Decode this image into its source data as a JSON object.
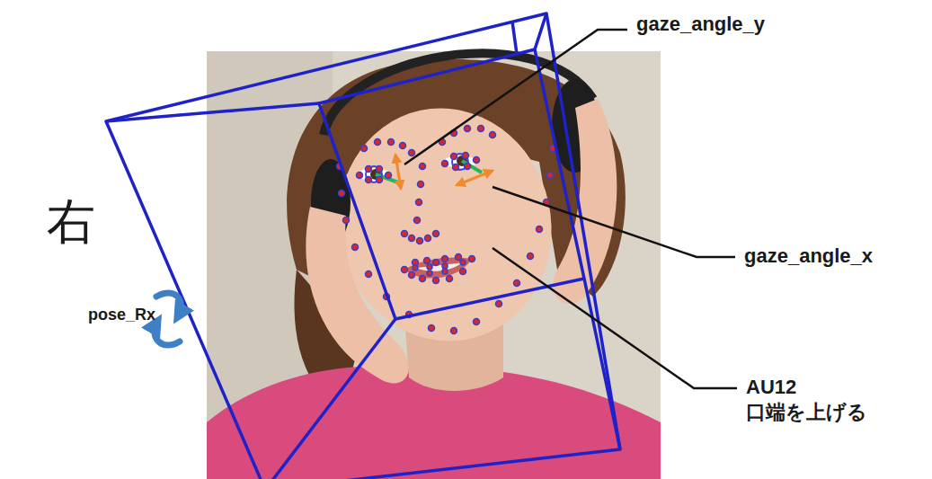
{
  "diagram": {
    "labels": [
      "gaze_angle_y",
      "右",
      "gaze_angle_x",
      "pose_Rx",
      "AU12",
      "口端を上げる"
    ]
  }
}
